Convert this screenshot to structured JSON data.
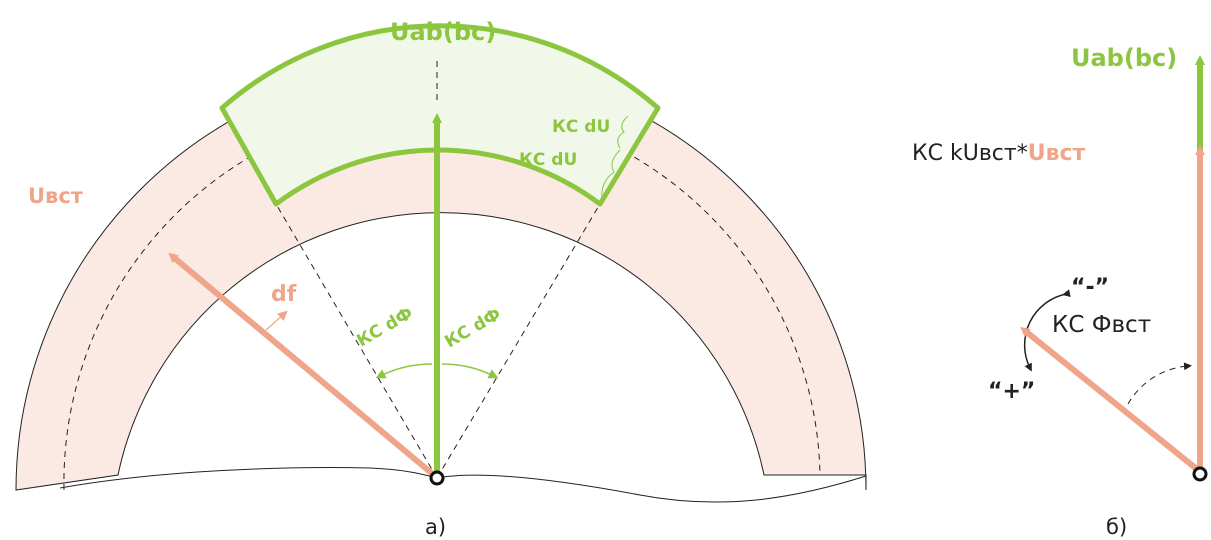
{
  "colors": {
    "green": "#8cc63f",
    "pink": "#f0a58a",
    "pink_fill": "#fbe9e3",
    "green_fill": "#f1f8ea",
    "line": "#222222"
  },
  "labels": {
    "uab_a": "Uab(bc)",
    "uab_b": "Uab(bc)",
    "uvst": "Uвст",
    "df": "df",
    "ks_du_1": "КС dU",
    "ks_du_2": "КС dU",
    "ks_dphi_left": "КС dФ",
    "ks_dphi_right": "КС dФ",
    "ks_k_prefix": "КС kUвст*",
    "ks_k_suffix": "Uвст",
    "ks_phi": "КС Фвст",
    "minus": "“-”",
    "plus": "“+”",
    "caption_a": "а)",
    "caption_b": "б)"
  }
}
